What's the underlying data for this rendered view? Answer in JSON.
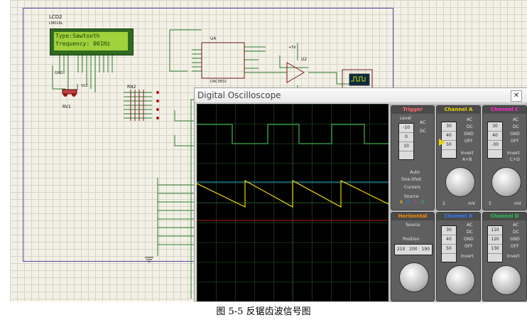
{
  "window": {
    "title": "Digital Oscilloscope",
    "close_glyph": "✕"
  },
  "lcd": {
    "name": "LCD2",
    "part": "LM016L",
    "line1": "Type:Sawtooth",
    "line2": "frequency: 001Hz"
  },
  "schematic": {
    "u4": "U4",
    "u4_part": "DAC0832",
    "u2": "U2",
    "rn2": "RN2",
    "rv1": "RV1",
    "vcc": "VCC",
    "gnd": "GND",
    "amp": "+5V"
  },
  "trigger": {
    "title": "Trigger",
    "level_label": "Level",
    "level_values": [
      "-10",
      "0",
      "10"
    ],
    "modes": [
      "AC",
      "DC"
    ],
    "auto_label": "Auto",
    "oneshot_label": "One-Shot",
    "cursors_label": "Cursors",
    "source_label": "Source",
    "source_letters": [
      "A",
      "B",
      "C",
      "D"
    ]
  },
  "channels": {
    "a": {
      "title": "Channel A",
      "color": "#e8d400",
      "position": [
        "30",
        "40",
        "50"
      ],
      "coupling": [
        "AC",
        "DC",
        "GND",
        "OFF"
      ],
      "invert": "Invert",
      "v": "2",
      "unit": "mV"
    },
    "c": {
      "title": "Channel C",
      "color": "#ff2bd0",
      "position": [
        "30",
        "40",
        "-30"
      ],
      "coupling": [
        "AC",
        "DC",
        "GND",
        "OFF"
      ],
      "invert": "Invert",
      "v": "5",
      "unit": "mV",
      "sum": "C+D"
    },
    "b": {
      "title": "Channel B",
      "color": "#2d7cff",
      "position": [
        "30",
        "40",
        "50"
      ],
      "coupling": [
        "AC",
        "DC",
        "GND",
        "OFF"
      ],
      "invert": "Invert"
    },
    "d": {
      "title": "Channel D",
      "color": "#29c45a",
      "position": [
        "110",
        "120",
        "130"
      ],
      "coupling": [
        "AC",
        "DC",
        "GND",
        "OFF"
      ],
      "invert": "Invert"
    }
  },
  "ab_sum": "A+B",
  "horizontal": {
    "title": "Horizontal",
    "color": "#ff8a00",
    "source_label": "Source",
    "position_label": "Position",
    "position_values": [
      "210",
      "200",
      "190"
    ]
  },
  "caption": "图 5-5 反锯齿波信号图"
}
